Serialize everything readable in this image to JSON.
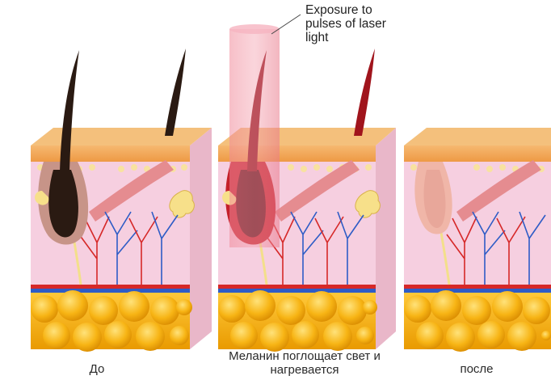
{
  "annotation": {
    "laser_label": "Exposure to pulses of laser light"
  },
  "panels": [
    {
      "id": "before",
      "caption": "До",
      "hair_color": "#2a1a12",
      "follicle_color": "#c79488"
    },
    {
      "id": "during",
      "caption": "Меланин поглощает свет и нагревается",
      "hair_color": "#8e0f17",
      "follicle_color": "#c4202a"
    },
    {
      "id": "after",
      "caption": "после",
      "hair_color": "#e8a79a",
      "follicle_color": "#f0b6a8"
    }
  ],
  "colors": {
    "epidermis": "#f2a85a",
    "dermis": "#f6cfe0",
    "fat": "#f5b00f",
    "artery": "#d62828",
    "vein": "#2e5cc6",
    "nerve": "#f3df8a",
    "laser": "#f08a9a"
  }
}
